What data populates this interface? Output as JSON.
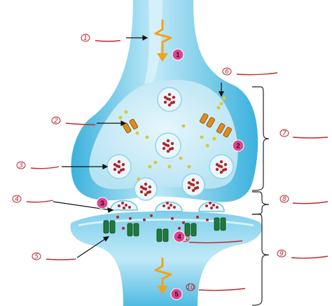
{
  "colors": {
    "cytoplasm_light": "#dff3fb",
    "cytoplasm": "#8fd3ec",
    "cytoplasm_dark": "#3bb1dc",
    "vesicle_fill": "#e9f7fc",
    "neurotransmitter": "#b3262b",
    "free_transmitter": "#d8c93a",
    "channel_orange": "#e08a1e",
    "receptor_green": "#1f7a3a",
    "badge": "#e0448f",
    "label_ink": "#c0262b",
    "bracket": "#222222",
    "signal_arrow": "#f2a31b"
  },
  "badges": [
    {
      "number": "1"
    },
    {
      "number": "2"
    },
    {
      "number": "3"
    },
    {
      "number": "4"
    },
    {
      "number": "5"
    }
  ],
  "blank_labels": [
    {
      "number": "1"
    },
    {
      "number": "2"
    },
    {
      "number": "3"
    },
    {
      "number": "4"
    },
    {
      "number": "5"
    },
    {
      "number": "6"
    },
    {
      "number": "7"
    },
    {
      "number": "8"
    },
    {
      "number": "9"
    },
    {
      "number": "10"
    },
    {
      "number": "11"
    }
  ],
  "icons": [
    "electrical-signal-icon",
    "calcium-channel-icon",
    "synaptic-vesicle-icon",
    "receptor-icon",
    "bracket-icon"
  ]
}
